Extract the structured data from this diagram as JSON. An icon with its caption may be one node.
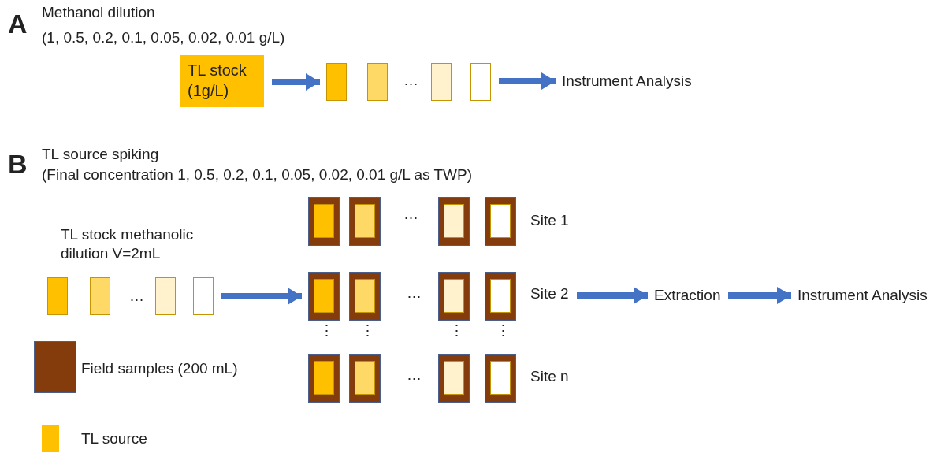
{
  "diagram": {
    "nodes": [
      {
        "text": [
          "TL stock (1g/L)"
        ]
      },
      {
        "text": [],
        "shape": "box"
      },
      {
        "text": [],
        "shape": "box"
      },
      {
        "text": [],
        "shape": "box"
      },
      {
        "text": [],
        "shape": "box"
      },
      {
        "text": [
          "Instrument Analysis"
        ]
      },
      {
        "text": [],
        "shape": "box"
      },
      {
        "text": [],
        "shape": "box"
      },
      {
        "text": [],
        "shape": "box"
      },
      {
        "text": [],
        "shape": "box"
      },
      {
        "text": [],
        "shape": "box"
      },
      {
        "text": [],
        "shape": "box"
      },
      {
        "text": [],
        "shape": "box"
      },
      {
        "text": [],
        "shape": "box"
      },
      {
        "text": [
          "Site 1"
        ]
      },
      {
        "text": [],
        "shape": "box"
      },
      {
        "text": [],
        "shape": "box"
      },
      {
        "text": [],
        "shape": "box"
      },
      {
        "text": [],
        "shape": "box"
      },
      {
        "text": [
          "Site 2"
        ]
      },
      {
        "text": [],
        "shape": "box"
      },
      {
        "text": [],
        "shape": "box"
      },
      {
        "text": [],
        "shape": "box"
      },
      {
        "text": [],
        "shape": "box"
      },
      {
        "text": [
          "Site n"
        ]
      },
      {
        "text": [
          "Extraction"
        ]
      },
      {
        "text": [
          "Instrument Analysis"
        ]
      }
    ],
    "edges": [
      {
        "from": 0,
        "to": 1,
        "arrow": "to"
      },
      {
        "from": 4,
        "to": 5,
        "arrow": "to"
      },
      {
        "from": 9,
        "to": 15,
        "arrow": "to"
      },
      {
        "from": 19,
        "to": 25,
        "arrow": "to"
      },
      {
        "from": 25,
        "to": 26,
        "arrow": "to"
      }
    ],
    "labels": [
      "A",
      "Methanol dilution",
      "(1, 0.5, 0.2, 0.1, 0.05, 0.02, 0.01 g/L)",
      "…",
      "B",
      "TL source spiking",
      "(Final concentration 1, 0.5, 0.2, 0.1, 0.05, 0.02, 0.01 g/L as TWP)",
      "…",
      "TL stock methanolic dilution V=2mL",
      "…",
      "…",
      "⋮",
      "⋮",
      "⋮",
      "⋮",
      "…"
    ],
    "legend": [
      {
        "text": "Field samples (200 mL)",
        "color": "#843c0c"
      },
      {
        "text": "TL source",
        "color": "#ffc000"
      }
    ]
  }
}
